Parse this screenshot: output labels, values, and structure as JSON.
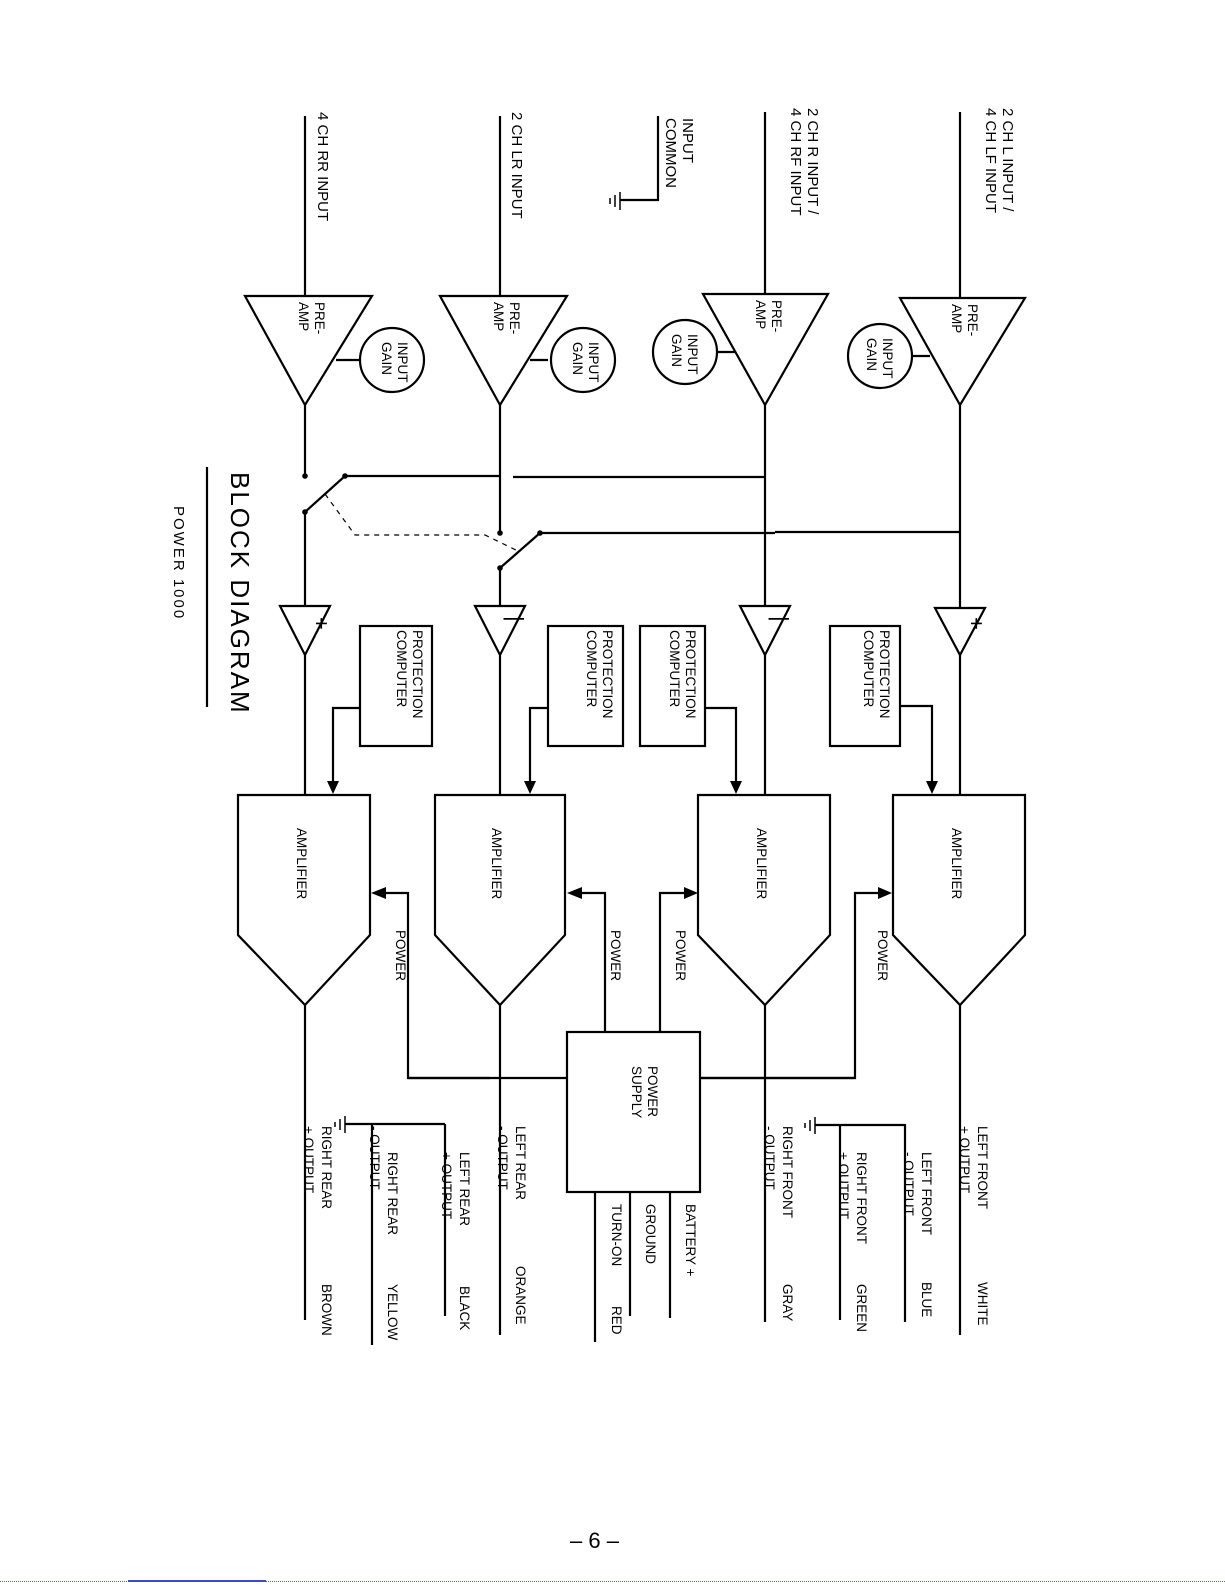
{
  "title": "BLOCK DIAGRAM",
  "subtitle": "POWER 1000",
  "page_number": "– 6 –",
  "labels": {
    "input_common": [
      "INPUT",
      "COMMON"
    ],
    "pre_amp": [
      "PRE-",
      "AMP"
    ],
    "input_gain": [
      "INPUT",
      "GAIN"
    ],
    "protection_computer": [
      "PROTECTION",
      "COMPUTER"
    ],
    "amplifier": "AMPLIFIER",
    "power": "POWER",
    "power_supply": [
      "POWER",
      "SUPPLY"
    ],
    "plus": "+",
    "minus": "|"
  },
  "channels": [
    {
      "input": [
        "2 CH L INPUT /",
        "4 CH LF INPUT"
      ],
      "phase": "plus",
      "outputs": [
        {
          "name": "LEFT  FRONT",
          "polarity": "+ OUTPUT",
          "wire_color": "WHITE"
        },
        {
          "name": "LEFT  FRONT",
          "polarity": "- OUTPUT",
          "wire_color": "BLUE"
        }
      ]
    },
    {
      "input": [
        "2 CH R INPUT /",
        "4 CH RF INPUT"
      ],
      "phase": "minus",
      "outputs": [
        {
          "name": "RIGHT FRONT",
          "polarity": "+ OUTPUT",
          "wire_color": "GREEN"
        },
        {
          "name": "RIGHT  FRONT",
          "polarity": "- OUTPUT",
          "wire_color": "GRAY"
        }
      ]
    },
    {
      "input": [
        "2 CH LR INPUT"
      ],
      "phase": "minus",
      "outputs": [
        {
          "name": "LEFT  REAR",
          "polarity": "- OUTPUT",
          "wire_color": "ORANGE"
        },
        {
          "name": "LEFT  REAR",
          "polarity": "+ OUTPUT",
          "wire_color": "BLACK"
        }
      ]
    },
    {
      "input": [
        "4 CH RR INPUT"
      ],
      "phase": "plus",
      "outputs": [
        {
          "name": "RIGHT  REAR",
          "polarity": "- OUTPUT",
          "wire_color": "YELLOW"
        },
        {
          "name": "RIGHT  REAR",
          "polarity": "+ OUTPUT",
          "wire_color": "BROWN"
        }
      ]
    }
  ],
  "power_leads": [
    {
      "name": "BATTERY +"
    },
    {
      "name": "GROUND"
    },
    {
      "name": "TURN-ON",
      "wire_color": "RED"
    }
  ]
}
